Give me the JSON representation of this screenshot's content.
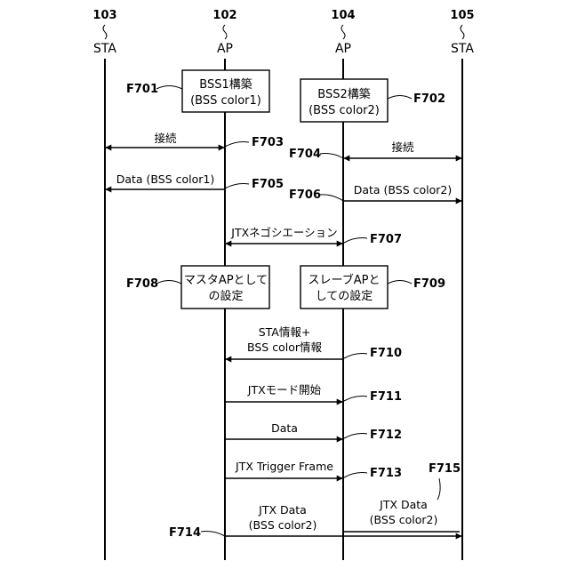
{
  "nodes": [
    {
      "id": "103",
      "type": "STA"
    },
    {
      "id": "102",
      "type": "AP"
    },
    {
      "id": "104",
      "type": "AP"
    },
    {
      "id": "105",
      "type": "STA"
    }
  ],
  "steps": {
    "F701": {
      "label": "F701",
      "line1": "BSS1構築",
      "line2": "(BSS color1)"
    },
    "F702": {
      "label": "F702",
      "line1": "BSS2構築",
      "line2": "(BSS color2)"
    },
    "F703": {
      "label": "F703",
      "text": "接続"
    },
    "F704": {
      "label": "F704",
      "text": "接続"
    },
    "F705": {
      "label": "F705",
      "text": "Data (BSS color1)"
    },
    "F706": {
      "label": "F706",
      "text": "Data (BSS color2)"
    },
    "F707": {
      "label": "F707",
      "text": "JTXネゴシエーション"
    },
    "F708": {
      "label": "F708",
      "line1": "マスタAPとして",
      "line2": "の設定"
    },
    "F709": {
      "label": "F709",
      "line1": "スレーブAPと",
      "line2": "しての設定"
    },
    "F710": {
      "label": "F710",
      "line1": "STA情報+",
      "line2": "BSS color情報"
    },
    "F711": {
      "label": "F711",
      "text": "JTXモード開始"
    },
    "F712": {
      "label": "F712",
      "text": "Data"
    },
    "F713": {
      "label": "F713",
      "text": "JTX Trigger Frame"
    },
    "F714": {
      "label": "F714",
      "line1": "JTX Data",
      "line2": "(BSS color2)"
    },
    "F715": {
      "label": "F715",
      "line1": "JTX Data",
      "line2": "(BSS color2)"
    }
  }
}
